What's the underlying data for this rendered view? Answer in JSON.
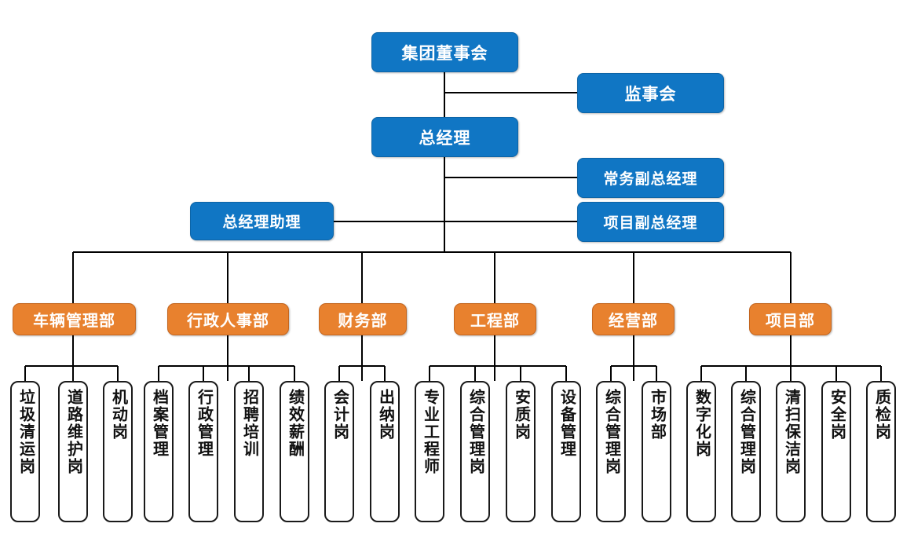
{
  "chart_type": "organization-chart",
  "colors": {
    "executive_fill": "#1076C4",
    "executive_border": "#0D64A6",
    "department_fill": "#E8812E",
    "department_border": "#C4661F",
    "position_fill": "#FFFFFF",
    "position_border": "#1A1A1A",
    "connector": "#000000",
    "background": "#FFFFFF"
  },
  "executive": {
    "board": "集团董事会",
    "supervisory": "监事会",
    "general_manager": "总经理",
    "executive_vice_gm": "常务副总经理",
    "project_vice_gm": "项目副总经理",
    "gm_assistant": "总经理助理"
  },
  "departments": [
    {
      "name": "车辆管理部",
      "positions": [
        "垃圾清运岗",
        "道路维护岗",
        "机动岗"
      ]
    },
    {
      "name": "行政人事部",
      "positions": [
        "档案管理",
        "行政管理",
        "招聘培训",
        "绩效薪酬"
      ]
    },
    {
      "name": "财务部",
      "positions": [
        "会计岗",
        "出纳岗"
      ]
    },
    {
      "name": "工程部",
      "positions": [
        "专业工程师",
        "综合管理岗",
        "安质岗",
        "设备管理"
      ]
    },
    {
      "name": "经营部",
      "positions": [
        "综合管理岗",
        "市场部"
      ]
    },
    {
      "name": "项目部",
      "positions": [
        "数字化岗",
        "综合管理岗",
        "清扫保洁岗",
        "安全岗",
        "质检岗"
      ]
    }
  ]
}
